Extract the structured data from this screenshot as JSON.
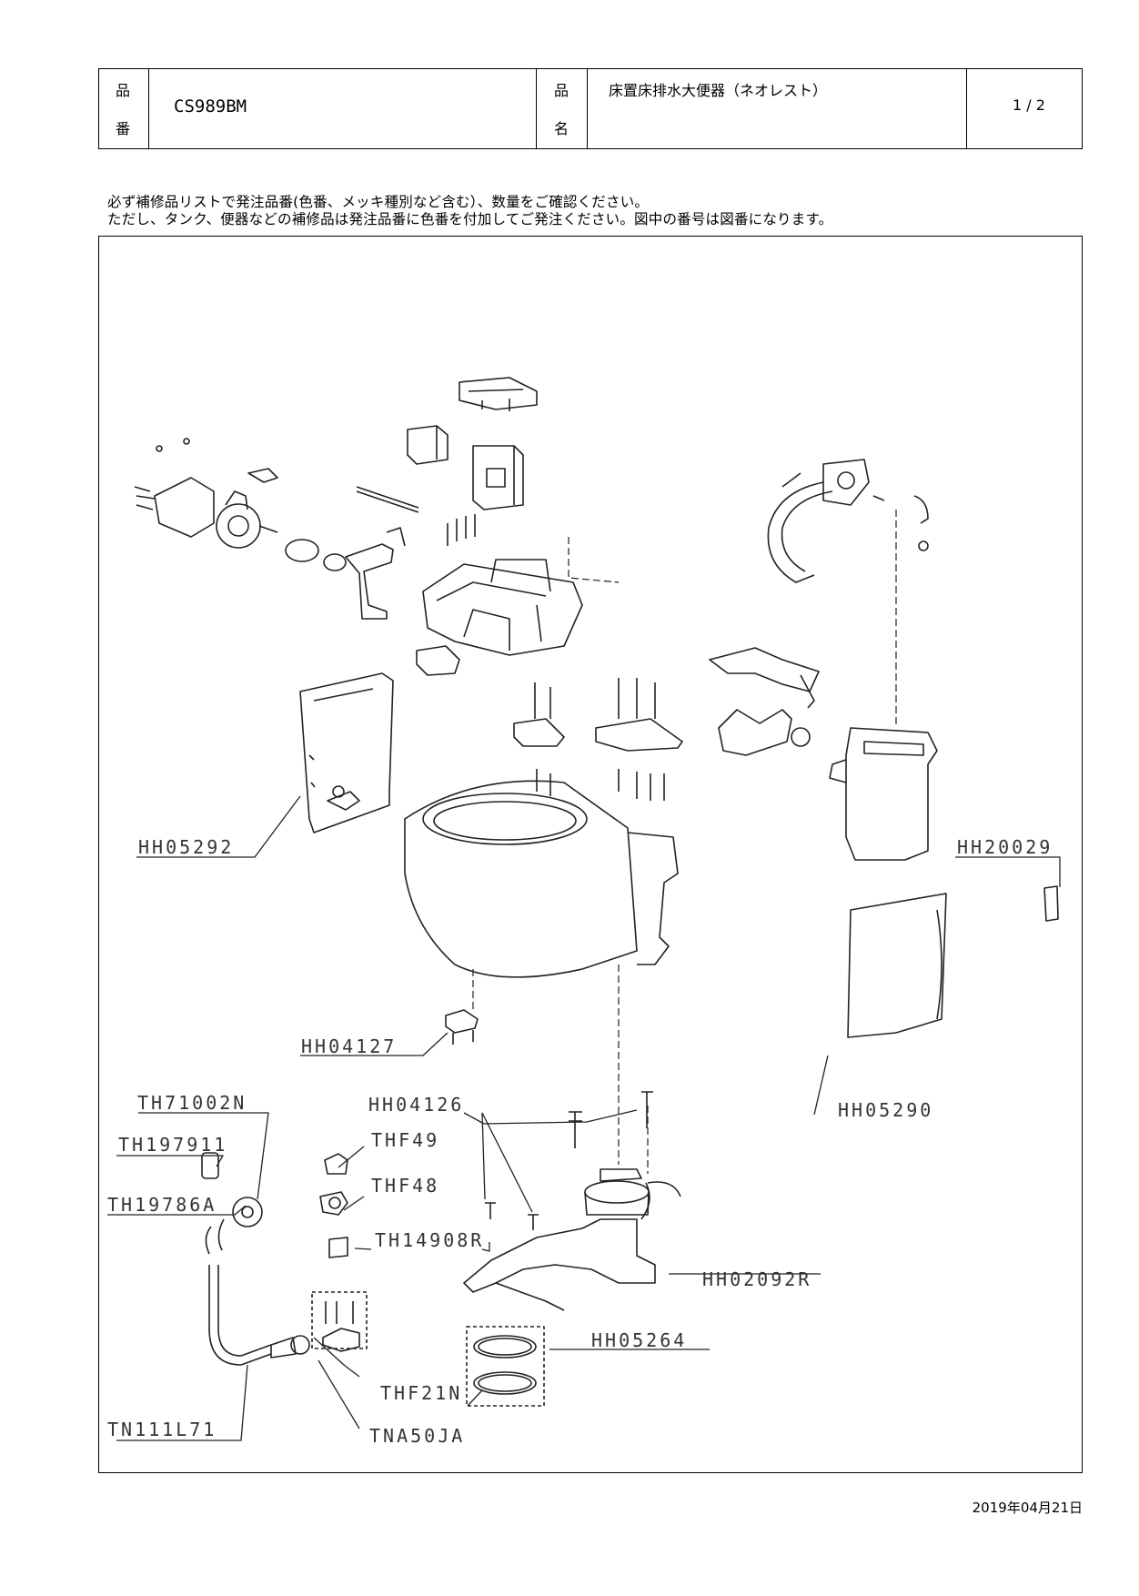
{
  "header": {
    "part_no_label_1": "品",
    "part_no_label_2": "番",
    "part_no": "CS989BM",
    "name_label_1": "品",
    "name_label_2": "名",
    "name": "床置床排水大便器（ネオレスト）",
    "page": "1 / 2"
  },
  "notes": [
    "必ず補修品リストで発注品番(色番、メッキ種別など含む）、数量をご確認ください。",
    "ただし、タンク、便器などの補修品は発注品番に色番を付加してご発注ください。図中の番号は図番になります。"
  ],
  "parts": {
    "hh05292": "HH05292",
    "hh20029": "HH20029",
    "hh04127": "HH04127",
    "hh05290": "HH05290",
    "th71002n": "TH71002N",
    "hh04126": "HH04126",
    "th197911": "TH197911",
    "thf49": "THF49",
    "thf48": "THF48",
    "th19786a": "TH19786A",
    "th14908r": "TH14908R",
    "hh02092r": "HH02092R",
    "hh05264": "HH05264",
    "thf21n": "THF21N",
    "tn111l71": "TN111L71",
    "tna50ja": "TNA50JA"
  },
  "date": "2019年04月21日"
}
